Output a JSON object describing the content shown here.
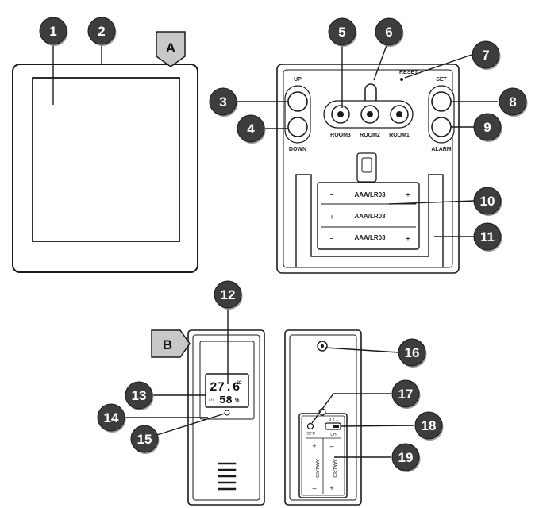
{
  "section_labels": {
    "a": "A",
    "b": "B"
  },
  "callouts": [
    "1",
    "2",
    "3",
    "4",
    "5",
    "6",
    "7",
    "8",
    "9",
    "10",
    "11",
    "12",
    "13",
    "14",
    "15",
    "16",
    "17",
    "18",
    "19"
  ],
  "base": {
    "up": "UP",
    "down": "DOWN",
    "set": "SET",
    "alarm": "ALARM",
    "reset": "RESET",
    "rooms": [
      "ROOM3",
      "ROOM2",
      "ROOM1"
    ],
    "battery_type": "AAA/LR03",
    "plus": "+",
    "minus": "–"
  },
  "sensor": {
    "display_temp": "27.6",
    "temp_unit": "°C",
    "display_hum": "58",
    "hum_unit": "%",
    "display_ch": "CH",
    "channel_digits": "3 2 1",
    "ch_label": "CH",
    "unit_switch": "°C/°F",
    "battery_type": "AAA/LR03"
  },
  "colors": {
    "callout_fill": "#3d3d3d",
    "callout_text": "#ffffff",
    "tag_fill": "#c8c8c8",
    "line": "#1a1a1a"
  }
}
